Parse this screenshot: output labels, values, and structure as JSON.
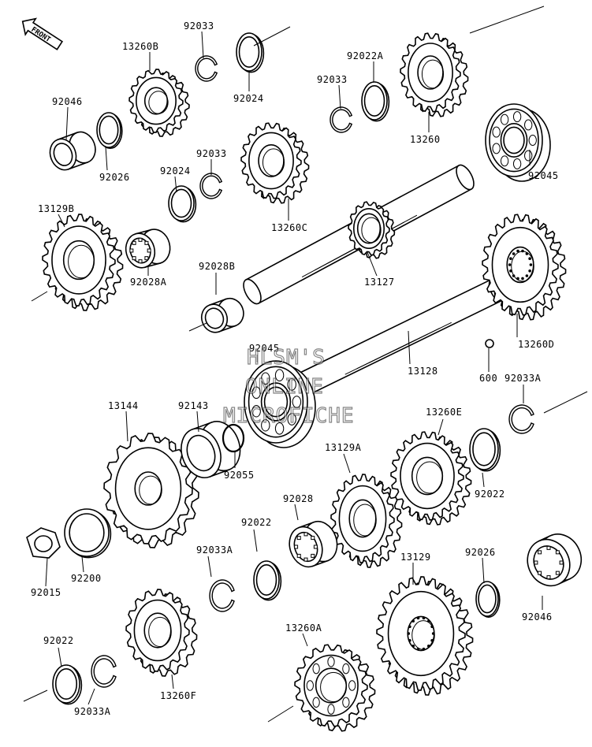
{
  "front_label": "FRONT",
  "watermark": {
    "line1": "HLSM'S",
    "line2": "ONLINE",
    "line3": "MICROFICHE"
  },
  "parts": [
    {
      "id": "p92033a",
      "label": "92033"
    },
    {
      "id": "p13260b",
      "label": "13260B"
    },
    {
      "id": "p92024a",
      "label": "92024"
    },
    {
      "id": "p92022a",
      "label": "92022A"
    },
    {
      "id": "p92033b",
      "label": "92033"
    },
    {
      "id": "p92046a",
      "label": "92046"
    },
    {
      "id": "p92026a",
      "label": "92026"
    },
    {
      "id": "p13260",
      "label": "13260"
    },
    {
      "id": "p92033c",
      "label": "92033"
    },
    {
      "id": "p92024b",
      "label": "92024"
    },
    {
      "id": "p92045a",
      "label": "92045"
    },
    {
      "id": "p13129b",
      "label": "13129B"
    },
    {
      "id": "p13260c",
      "label": "13260C"
    },
    {
      "id": "p92028b",
      "label": "92028B"
    },
    {
      "id": "p92028a",
      "label": "92028A"
    },
    {
      "id": "p13127",
      "label": "13127"
    },
    {
      "id": "p13260d",
      "label": "13260D"
    },
    {
      "id": "p92045b",
      "label": "92045"
    },
    {
      "id": "p13128",
      "label": "13128"
    },
    {
      "id": "p600",
      "label": "600"
    },
    {
      "id": "p92033d",
      "label": "92033A"
    },
    {
      "id": "p13144",
      "label": "13144"
    },
    {
      "id": "p92143",
      "label": "92143"
    },
    {
      "id": "p13260e",
      "label": "13260E"
    },
    {
      "id": "p92055",
      "label": "92055"
    },
    {
      "id": "p13129a",
      "label": "13129A"
    },
    {
      "id": "p92022b",
      "label": "92022"
    },
    {
      "id": "p92028",
      "label": "92028"
    },
    {
      "id": "p92200",
      "label": "92200"
    },
    {
      "id": "p92022c",
      "label": "92022"
    },
    {
      "id": "p92015",
      "label": "92015"
    },
    {
      "id": "p92033e",
      "label": "92033A"
    },
    {
      "id": "p13129",
      "label": "13129"
    },
    {
      "id": "p92026b",
      "label": "92026"
    },
    {
      "id": "p92046b",
      "label": "92046"
    },
    {
      "id": "p92022d",
      "label": "92022"
    },
    {
      "id": "p13260a",
      "label": "13260A"
    },
    {
      "id": "p92033f",
      "label": "92033A"
    },
    {
      "id": "p13260f",
      "label": "13260F"
    }
  ]
}
